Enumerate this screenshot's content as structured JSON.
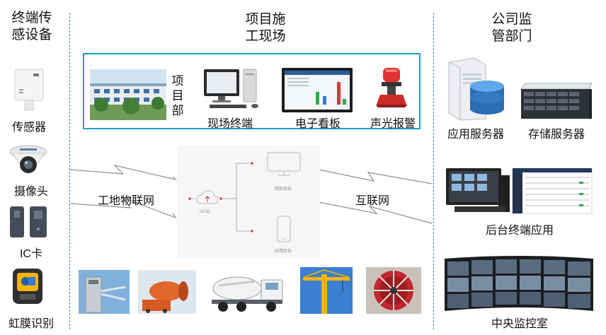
{
  "columns": {
    "terminal_title_line1": "终端传",
    "terminal_title_line2": "感设备",
    "site_title_line1": "项目施",
    "site_title_line2": "工现场",
    "company_title_line1": "公司监",
    "company_title_line2": "管部门"
  },
  "terminal_devices": [
    {
      "label": "传感器",
      "icon": "sensor-icon"
    },
    {
      "label": "摄像头",
      "icon": "camera-icon"
    },
    {
      "label": "IC卡",
      "icon": "ic-card-reader-icon"
    },
    {
      "label": "虹膜识别",
      "icon": "iris-scanner-icon"
    }
  ],
  "site": {
    "project_dept_chars": [
      "项",
      "目",
      "部"
    ],
    "items": [
      {
        "label": "现场终端",
        "icon": "desktop-terminal-icon"
      },
      {
        "label": "电子看板",
        "icon": "electronic-board-icon"
      },
      {
        "label": "声光报警",
        "icon": "sound-light-alarm-icon"
      }
    ],
    "network_left": "工地物联网",
    "network_right": "互联网",
    "hub": {
      "cloud_label": "IoT云",
      "web_label": "网页后台",
      "app_label": "应用后台"
    }
  },
  "company": {
    "items": [
      {
        "label": "应用服务器",
        "icon": "application-server-icon"
      },
      {
        "label": "存储服务器",
        "icon": "storage-server-icon"
      },
      {
        "label": "后台终端应用",
        "icon": "backend-terminal-icon"
      },
      {
        "label": "中央监控室",
        "icon": "monitoring-room-icon"
      }
    ]
  },
  "colors": {
    "site_box_border": "#1aa0c9",
    "divider": "#4a7fbf",
    "hub_dot": "#c0392b"
  }
}
